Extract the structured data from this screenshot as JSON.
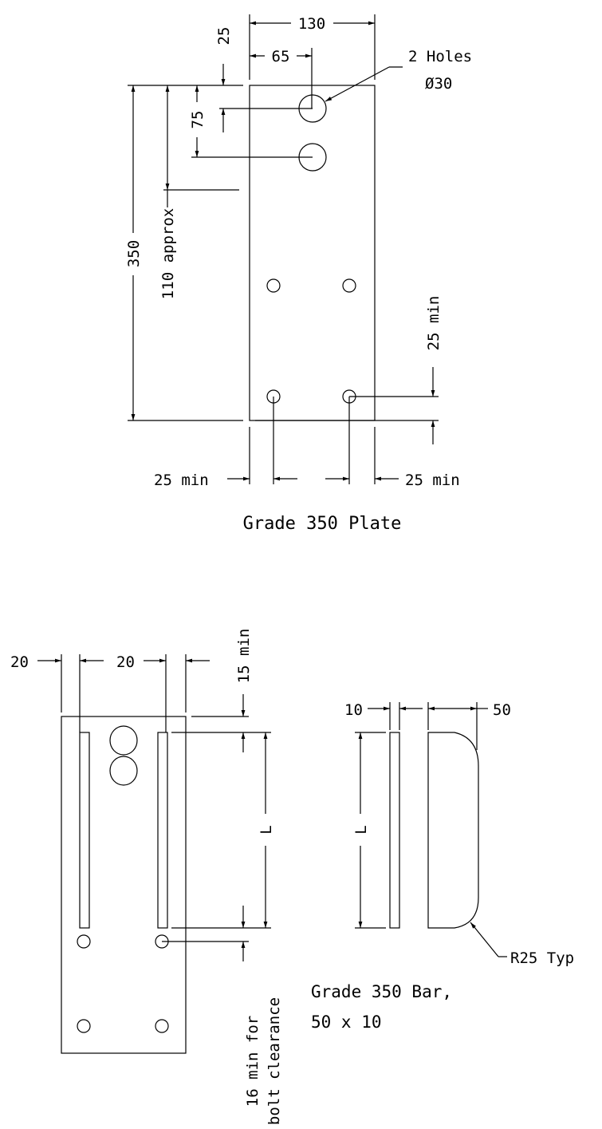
{
  "plate": {
    "dim_width": "130",
    "dim_hole_offset": "65",
    "dim_top_hole": "25",
    "dim_hole_spacing": "75",
    "dim_approx": "110 approx",
    "dim_height": "350",
    "dim_edge_right_vertical": "25 min",
    "dim_edge_left": "25 min",
    "dim_edge_right": "25 min",
    "holes_note_line1": "2 Holes",
    "holes_note_line2": "Ø30",
    "caption": "Grade 350 Plate"
  },
  "assembly": {
    "dim_left": "20",
    "dim_right": "20",
    "dim_top_min": "15 min",
    "dim_length": "L",
    "clearance_line1": "16 min for",
    "clearance_line2": "bolt clearance"
  },
  "bar": {
    "dim_thickness": "10",
    "dim_width": "50",
    "dim_length": "L",
    "radius_note": "R25 Typ",
    "caption_line1": "Grade 350 Bar,",
    "caption_line2": "50 x 10"
  }
}
